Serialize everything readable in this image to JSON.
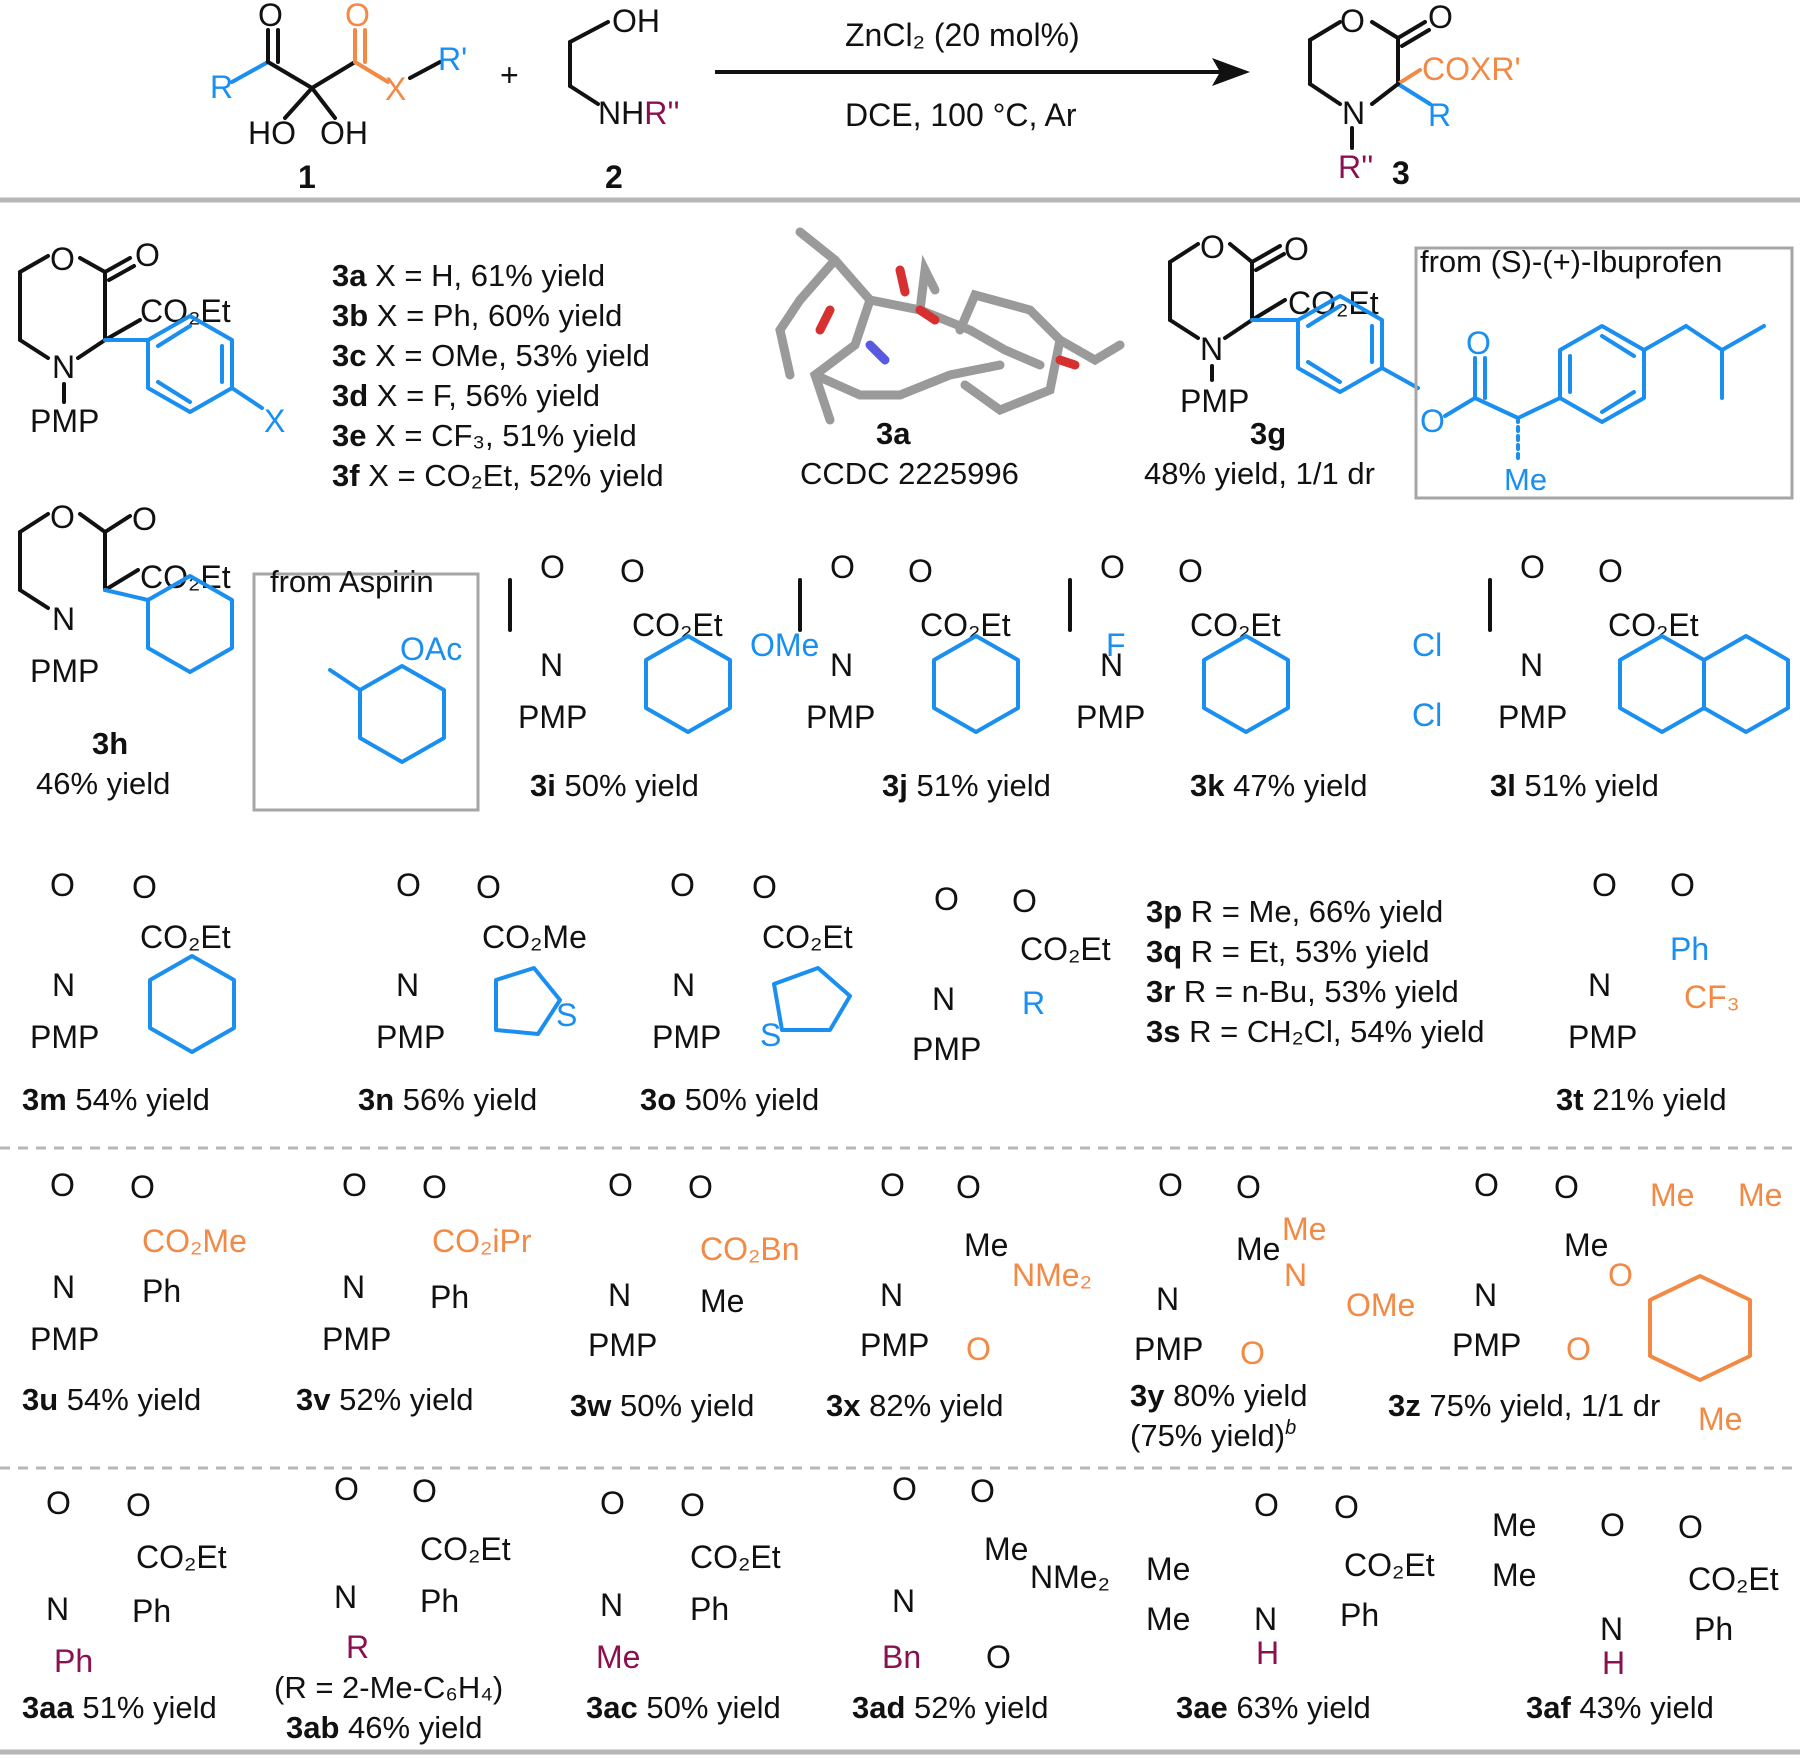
{
  "scheme": {
    "reagent1": {
      "id": "1",
      "labels": [
        "R",
        "X",
        "R'",
        "HO",
        "OH",
        "O",
        "O"
      ]
    },
    "reagent2": {
      "id": "2",
      "labels": [
        "OH",
        "NHR''"
      ]
    },
    "plus": "+",
    "conditions_top": "ZnCl₂ (20 mol%)",
    "conditions_bottom": "DCE, 100 °C, Ar",
    "product": {
      "id": "3",
      "labels": [
        "O",
        "O",
        "COXR'",
        "R",
        "N",
        "R''"
      ]
    }
  },
  "row1": {
    "series_lines": [
      {
        "id": "3a",
        "text": " X = H, 61% yield"
      },
      {
        "id": "3b",
        "text": " X = Ph, 60% yield"
      },
      {
        "id": "3c",
        "text": " X = OMe, 53% yield"
      },
      {
        "id": "3d",
        "text": " X = F, 56% yield"
      },
      {
        "id": "3e",
        "text": " X = CF₃, 51% yield"
      },
      {
        "id": "3f",
        "text": " X = CO₂Et, 52% yield"
      }
    ],
    "crystal": {
      "id": "3a",
      "ccdc": "CCDC 2225996"
    },
    "g": {
      "id": "3g",
      "yield": "48% yield, 1/1 dr",
      "source": "from (S)-(+)-Ibuprofen",
      "me": "Me"
    }
  },
  "row2": [
    {
      "id": "3h",
      "yield": "46% yield",
      "source": "from Aspirin",
      "sub": "OAc"
    },
    {
      "id": "3i",
      "yield": " 50% yield",
      "sub": "OMe"
    },
    {
      "id": "3j",
      "yield": " 51% yield",
      "sub": "F"
    },
    {
      "id": "3k",
      "yield": " 47% yield",
      "sub": "Cl"
    },
    {
      "id": "3l",
      "yield": " 51% yield"
    }
  ],
  "row3": {
    "items": [
      {
        "id": "3m",
        "yield": " 54% yield"
      },
      {
        "id": "3n",
        "yield": " 56% yield",
        "ester": "CO₂Me",
        "het": "S"
      },
      {
        "id": "3o",
        "yield": " 50% yield",
        "het": "S"
      }
    ],
    "r_series": [
      {
        "id": "3p",
        "text": " R = Me, 66% yield"
      },
      {
        "id": "3q",
        "text": " R = Et, 53% yield"
      },
      {
        "id": "3r",
        "text": " R = n-Bu, 53% yield"
      },
      {
        "id": "3s",
        "text": " R = CH₂Cl, 54% yield"
      }
    ],
    "t": {
      "id": "3t",
      "yield": " 21% yield",
      "ph": "Ph",
      "cf3": "CF₃"
    }
  },
  "row4": [
    {
      "id": "3u",
      "yield": " 54% yield",
      "ester": "CO₂Me",
      "sub": "Ph"
    },
    {
      "id": "3v",
      "yield": " 52% yield",
      "ester": "CO₂iPr",
      "sub": "Ph"
    },
    {
      "id": "3w",
      "yield": " 50% yield",
      "ester": "CO₂Bn",
      "sub": "Me"
    },
    {
      "id": "3x",
      "yield": " 82% yield",
      "amide": "NMe₂",
      "sub": "Me"
    },
    {
      "id": "3y",
      "yield": " 80% yield",
      "yield2": "(75% yield)",
      "note": "b",
      "sub": "Me",
      "me": "Me",
      "ome": "OMe"
    },
    {
      "id": "3z",
      "yield": " 75% yield, 1/1 dr",
      "sub": "Me",
      "me": "Me"
    }
  ],
  "row5": [
    {
      "id": "3aa",
      "yield": " 51% yield",
      "nsub": "Ph"
    },
    {
      "id": "3ab",
      "yield": " 46% yield",
      "nsub": "R",
      "note": "(R = 2-Me-C₆H₄)"
    },
    {
      "id": "3ac",
      "yield": " 50% yield",
      "nsub": "Me"
    },
    {
      "id": "3ad",
      "yield": " 52% yield",
      "nsub": "Bn",
      "amide": "NMe₂",
      "me": "Me"
    },
    {
      "id": "3ae",
      "yield": " 63% yield",
      "nsub": "H",
      "me": "Me"
    },
    {
      "id": "3af",
      "yield": " 43% yield",
      "nsub": "H",
      "me": "Me"
    }
  ],
  "common": {
    "ring_o": "O",
    "carbonyl_o": "O",
    "n": "N",
    "pmp": "PMP",
    "ester": "CO₂Et",
    "ph": "Ph"
  }
}
